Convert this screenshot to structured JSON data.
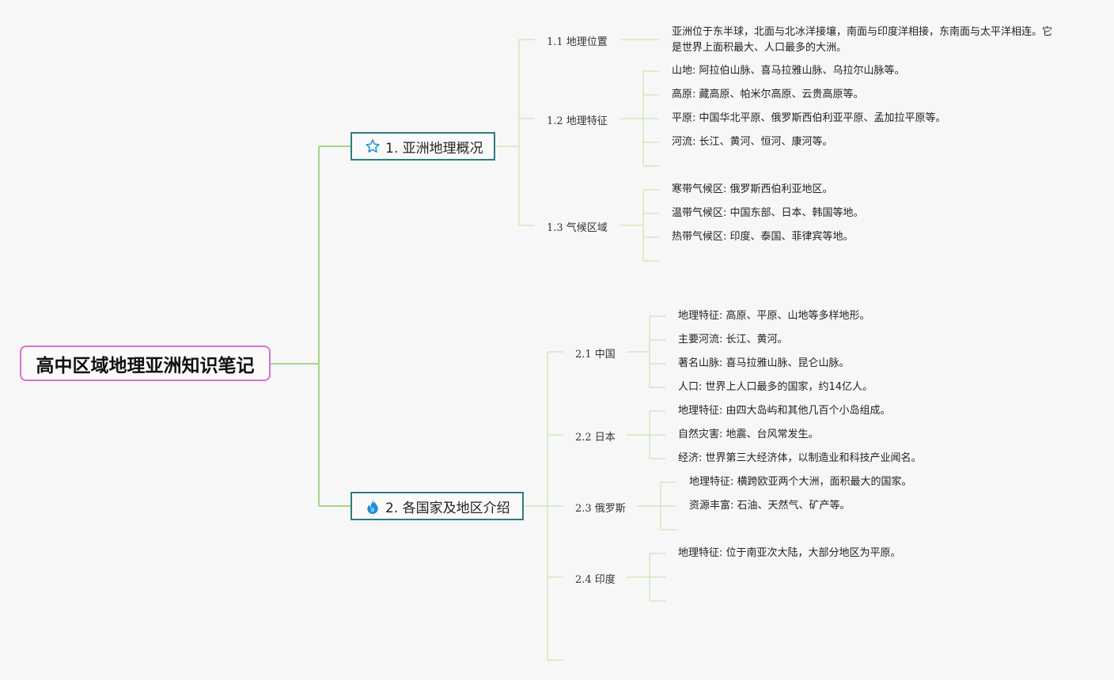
{
  "root": {
    "title": "高中区域地理亚洲知识笔记"
  },
  "topics": [
    {
      "label": "1. 亚洲地理概况",
      "icon": "star-icon",
      "subtopics": [
        {
          "label": "1.1 地理位置",
          "leaves": [
            "亚洲位于东半球，北面与北冰洋接壤，南面与印度洋相接，东南面与太平洋相连。它是世界上面积最大、人口最多的大洲。"
          ]
        },
        {
          "label": "1.2 地理特征",
          "leaves": [
            "山地: 阿拉伯山脉、喜马拉雅山脉、乌拉尔山脉等。",
            "高原: 藏高原、帕米尔高原、云贵高原等。",
            "平原: 中国华北平原、俄罗斯西伯利亚平原、孟加拉平原等。",
            "河流: 长江、黄河、恒河、康河等。"
          ]
        },
        {
          "label": "1.3 气候区域",
          "leaves": [
            "寒带气候区: 俄罗斯西伯利亚地区。",
            "温带气候区: 中国东部、日本、韩国等地。",
            "热带气候区: 印度、泰国、菲律宾等地。"
          ]
        }
      ]
    },
    {
      "label": "2. 各国家及地区介绍",
      "icon": "fire-icon",
      "subtopics": [
        {
          "label": "2.1 中国",
          "leaves": [
            "地理特征: 高原、平原、山地等多样地形。",
            "主要河流: 长江、黄河。",
            "著名山脉: 喜马拉雅山脉、昆仑山脉。",
            "人口: 世界上人口最多的国家，约14亿人。"
          ]
        },
        {
          "label": "2.2 日本",
          "leaves": [
            "地理特征: 由四大岛屿和其他几百个小岛组成。",
            "自然灾害: 地震、台风常发生。",
            "经济: 世界第三大经济体，以制造业和科技产业闻名。"
          ]
        },
        {
          "label": "2.3 俄罗斯",
          "leaves": [
            "地理特征: 横跨欧亚两个大洲，面积最大的国家。",
            "资源丰富: 石油、天然气、矿产等。"
          ]
        },
        {
          "label": "2.4 印度",
          "leaves": [
            "地理特征: 位于南亚次大陆，大部分地区为平原。"
          ]
        }
      ]
    }
  ],
  "colors": {
    "line_main": "#a9d48a",
    "line_minor": "#d2e8bd",
    "root_border": "#d86fd0",
    "topic_border": "#2e7d7d",
    "icon": "#1a8fd8"
  }
}
